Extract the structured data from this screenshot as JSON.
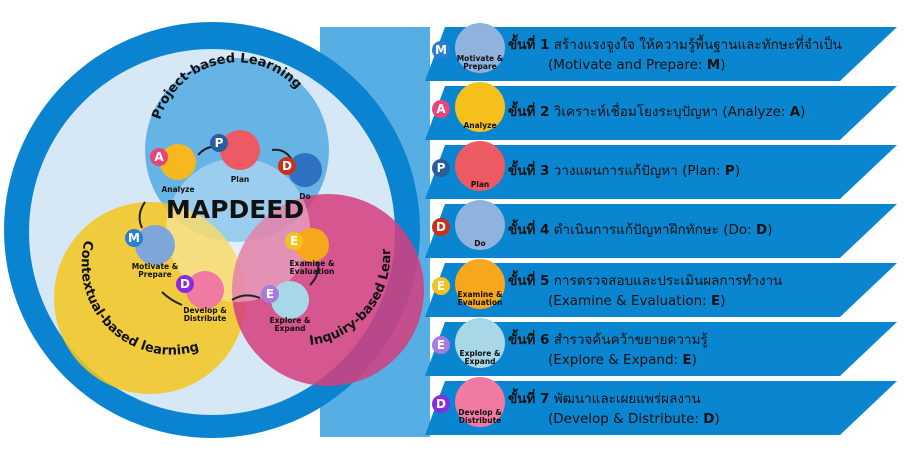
{
  "title": "MAPDEED",
  "circles": {
    "project": "Project-based Learning",
    "contextual": "Contextual-based learning",
    "inquiry": "Inquiry-based Learning"
  },
  "cycle": [
    {
      "letter": "M",
      "label": "Motivate & Prepare",
      "color": "#7fa6d8"
    },
    {
      "letter": "A",
      "label": "Analyze",
      "color": "#f6b81d"
    },
    {
      "letter": "P",
      "label": "Plan",
      "color": "#ee5a63"
    },
    {
      "letter": "D",
      "label": "Do",
      "color": "#2f72c4"
    },
    {
      "letter": "E",
      "label": "Examine & Evaluation",
      "color": "#f7a71c"
    },
    {
      "letter": "E",
      "label": "Explore & Expand",
      "color": "#a8d8e8"
    },
    {
      "letter": "D",
      "label": "Develop & Distribute",
      "color": "#f07aa1"
    }
  ],
  "steps": [
    {
      "step": "ขั้นที่ 1",
      "thai": "สร้างแรงจูงใจ ให้ความรู้พื้นฐานและทักษะที่จำเป็น",
      "eng": "(Motivate and Prepare: ",
      "key": "M",
      "close": ")",
      "icon_label": "Motivate & Prepare",
      "badge_color": "#2a7fd0",
      "circle_color": "#8fb3dc"
    },
    {
      "step": "ขั้นที่ 2",
      "thai": "วิเคราะห์เชื่อมโยงระบุปัญหา (Analyze: ",
      "key": "A",
      "close": ")",
      "icon_label": "Analyze",
      "badge_color": "#e8457a",
      "circle_color": "#f6c11d"
    },
    {
      "step": "ขั้นที่ 3",
      "thai": "วางแผนการแก้ปัญหา (Plan: ",
      "key": "P",
      "close": ")",
      "icon_label": "Plan",
      "badge_color": "#2a5d9c",
      "circle_color": "#ee5a63"
    },
    {
      "step": "ขั้นที่ 4",
      "thai": "ดำเนินการแก้ปัญหาฝึกทักษะ (Do: ",
      "key": "D",
      "close": ")",
      "icon_label": "Do",
      "badge_color": "#c8311c",
      "circle_color": "#8fb3dc"
    },
    {
      "step": "ขั้นที่ 5",
      "thai": "การตรวจสอบและประเมินผลการทำงาน",
      "eng": "(Examine & Evaluation: ",
      "key": "E",
      "close": ")",
      "icon_label": "Examine & Evaluation",
      "badge_color": "#f2c21d",
      "circle_color": "#f7a71c"
    },
    {
      "step": "ขั้นที่ 6",
      "thai": "สำรวจค้นคว้าขยายความรู้",
      "eng": "(Explore & Expand: ",
      "key": "E",
      "close": ")",
      "icon_label": "Explore & Expand",
      "badge_color": "#a77be0",
      "circle_color": "#a8d8e8"
    },
    {
      "step": "ขั้นที่ 7",
      "thai": "พัฒนาและเผยแพร่ผลงาน",
      "eng": "(Develop & Distribute: ",
      "key": "D",
      "close": ")",
      "icon_label": "Develop & Distribute",
      "badge_color": "#8a2be2",
      "circle_color": "#f07aa1"
    }
  ],
  "colors": {
    "ring": "#0a84d0",
    "band": "#0a86d0",
    "band_back": "#56aee4",
    "light": "#d6e8f6"
  }
}
